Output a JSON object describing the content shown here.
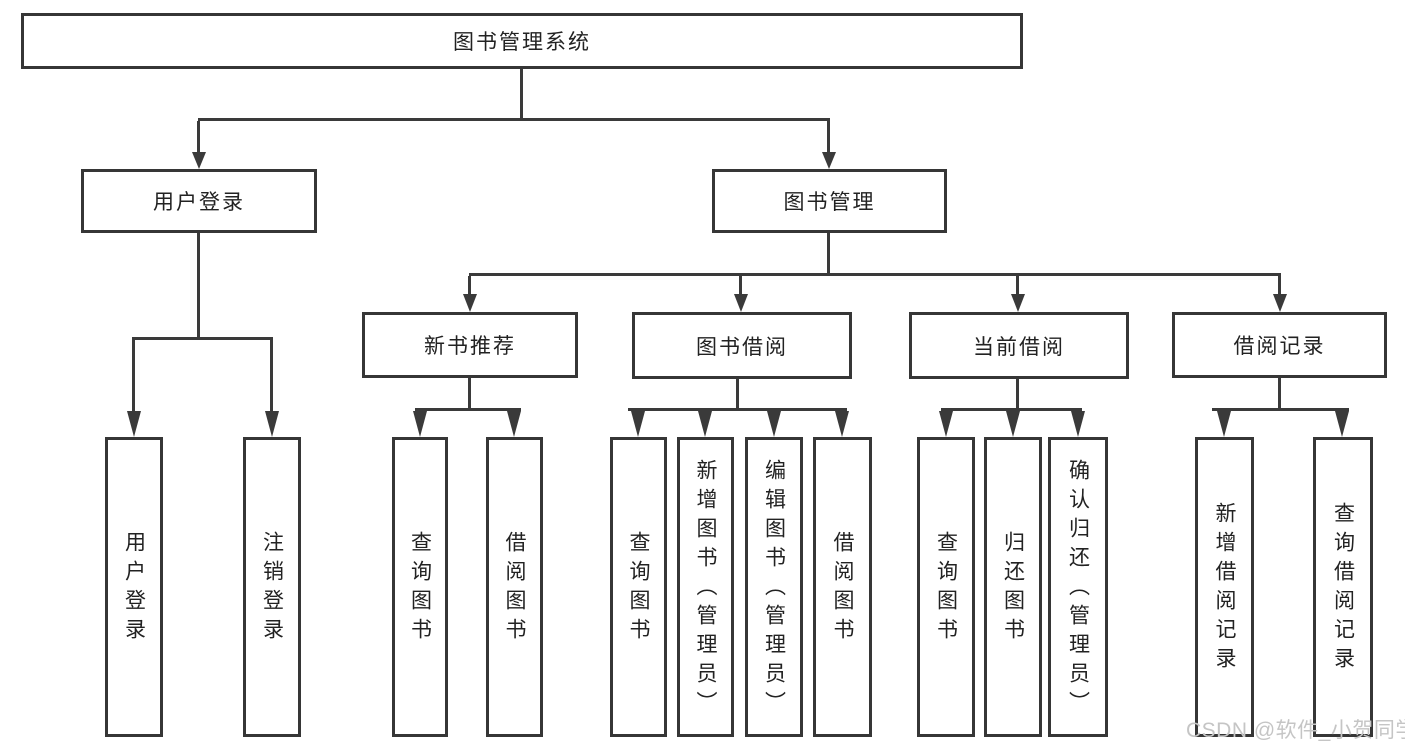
{
  "colors": {
    "line": "#3a3a3a",
    "box-border": "#363636",
    "text": "#222222",
    "watermark": "#c5c5c5",
    "bg": "#ffffff"
  },
  "root": {
    "label": "图书管理系统"
  },
  "level2": [
    {
      "label": "用户登录"
    },
    {
      "label": "图书管理"
    }
  ],
  "level3": [
    {
      "label": "新书推荐"
    },
    {
      "label": "图书借阅"
    },
    {
      "label": "当前借阅"
    },
    {
      "label": "借阅记录"
    }
  ],
  "leaves": {
    "user_login": [
      {
        "label": "用户登录"
      },
      {
        "label": "注销登录"
      }
    ],
    "new_book_rec": [
      {
        "label": "查询图书"
      },
      {
        "label": "借阅图书"
      }
    ],
    "book_borrow": [
      {
        "label": "查询图书"
      },
      {
        "label": "新增图书（管理员）"
      },
      {
        "label": "编辑图书（管理员）"
      },
      {
        "label": "借阅图书"
      }
    ],
    "current_borrow": [
      {
        "label": "查询图书"
      },
      {
        "label": "归还图书"
      },
      {
        "label": "确认归还（管理员）"
      }
    ],
    "borrow_record": [
      {
        "label": "新增借阅记录"
      },
      {
        "label": "查询借阅记录"
      }
    ]
  },
  "watermark": {
    "text": "CSDN @软件_小贺同学"
  }
}
